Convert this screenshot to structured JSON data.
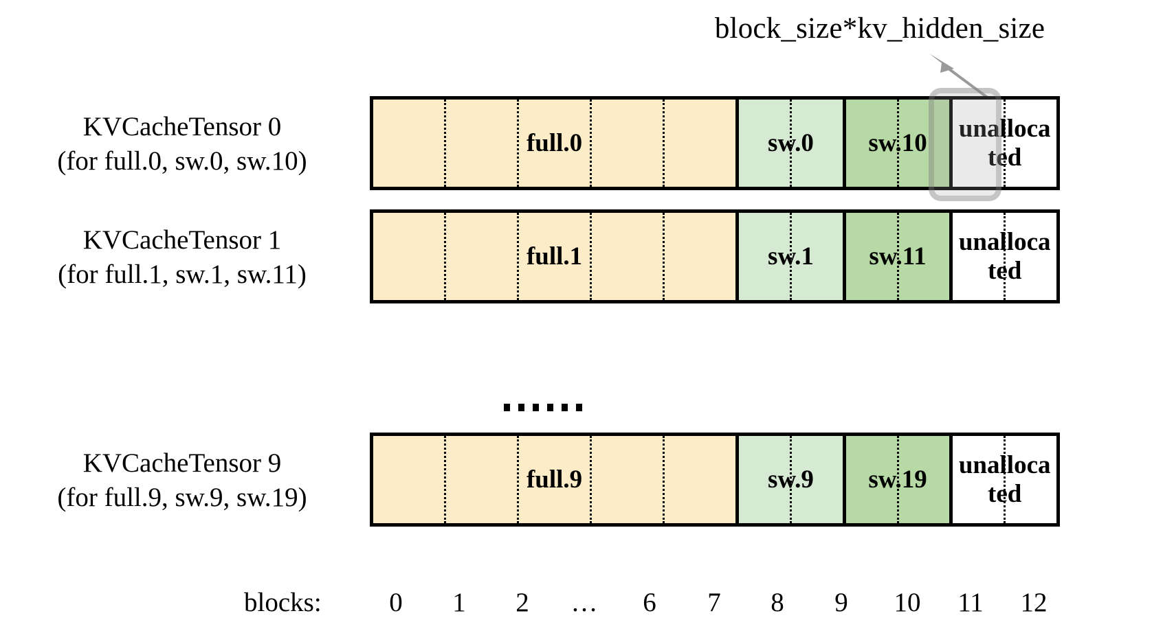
{
  "title": "KVCacheTensor block layout",
  "annotation": {
    "text": "block_size*kv_hidden_size",
    "arrow_name": "callout-arrow",
    "target_block": 11
  },
  "colors": {
    "full_attention": "#fdecc8",
    "sliding_window_light": "#d6e9d3",
    "sliding_window_dark": "#b6d9a5",
    "unallocated": "#ffffff",
    "outline": "#000000",
    "highlight": "#a0a0a0"
  },
  "rows": [
    {
      "label_line1": "KVCacheTensor 0",
      "label_line2": "(for full.0, sw.0, sw.10)",
      "segments": [
        {
          "name": "full.0",
          "blocks": 7,
          "dividers": 4,
          "kind": "full"
        },
        {
          "name": "sw.0",
          "blocks": 2,
          "dividers": 1,
          "kind": "sw-light"
        },
        {
          "name": "sw.10",
          "blocks": 2,
          "dividers": 1,
          "kind": "sw-dark"
        },
        {
          "name": "unalloca\nted",
          "blocks": 2,
          "dividers": 1,
          "kind": "unalloc"
        }
      ]
    },
    {
      "label_line1": "KVCacheTensor 1",
      "label_line2": "(for full.1, sw.1, sw.11)",
      "segments": [
        {
          "name": "full.1",
          "blocks": 7,
          "dividers": 4,
          "kind": "full"
        },
        {
          "name": "sw.1",
          "blocks": 2,
          "dividers": 1,
          "kind": "sw-light"
        },
        {
          "name": "sw.11",
          "blocks": 2,
          "dividers": 1,
          "kind": "sw-dark"
        },
        {
          "name": "unalloca\nted",
          "blocks": 2,
          "dividers": 1,
          "kind": "unalloc"
        }
      ]
    },
    {
      "label_line1": "KVCacheTensor 9",
      "label_line2": "(for full.9, sw.9, sw.19)",
      "segments": [
        {
          "name": "full.9",
          "blocks": 7,
          "dividers": 4,
          "kind": "full"
        },
        {
          "name": "sw.9",
          "blocks": 2,
          "dividers": 1,
          "kind": "sw-light"
        },
        {
          "name": "sw.19",
          "blocks": 2,
          "dividers": 1,
          "kind": "sw-dark"
        },
        {
          "name": "unalloca\nted",
          "blocks": 2,
          "dividers": 1,
          "kind": "unalloc"
        }
      ]
    }
  ],
  "vertical_ellipsis_dots": 6,
  "axis": {
    "title": "blocks:",
    "ticks": [
      "0",
      "1",
      "2",
      "…",
      "6",
      "7",
      "8",
      "9",
      "10",
      "11",
      "12"
    ]
  }
}
